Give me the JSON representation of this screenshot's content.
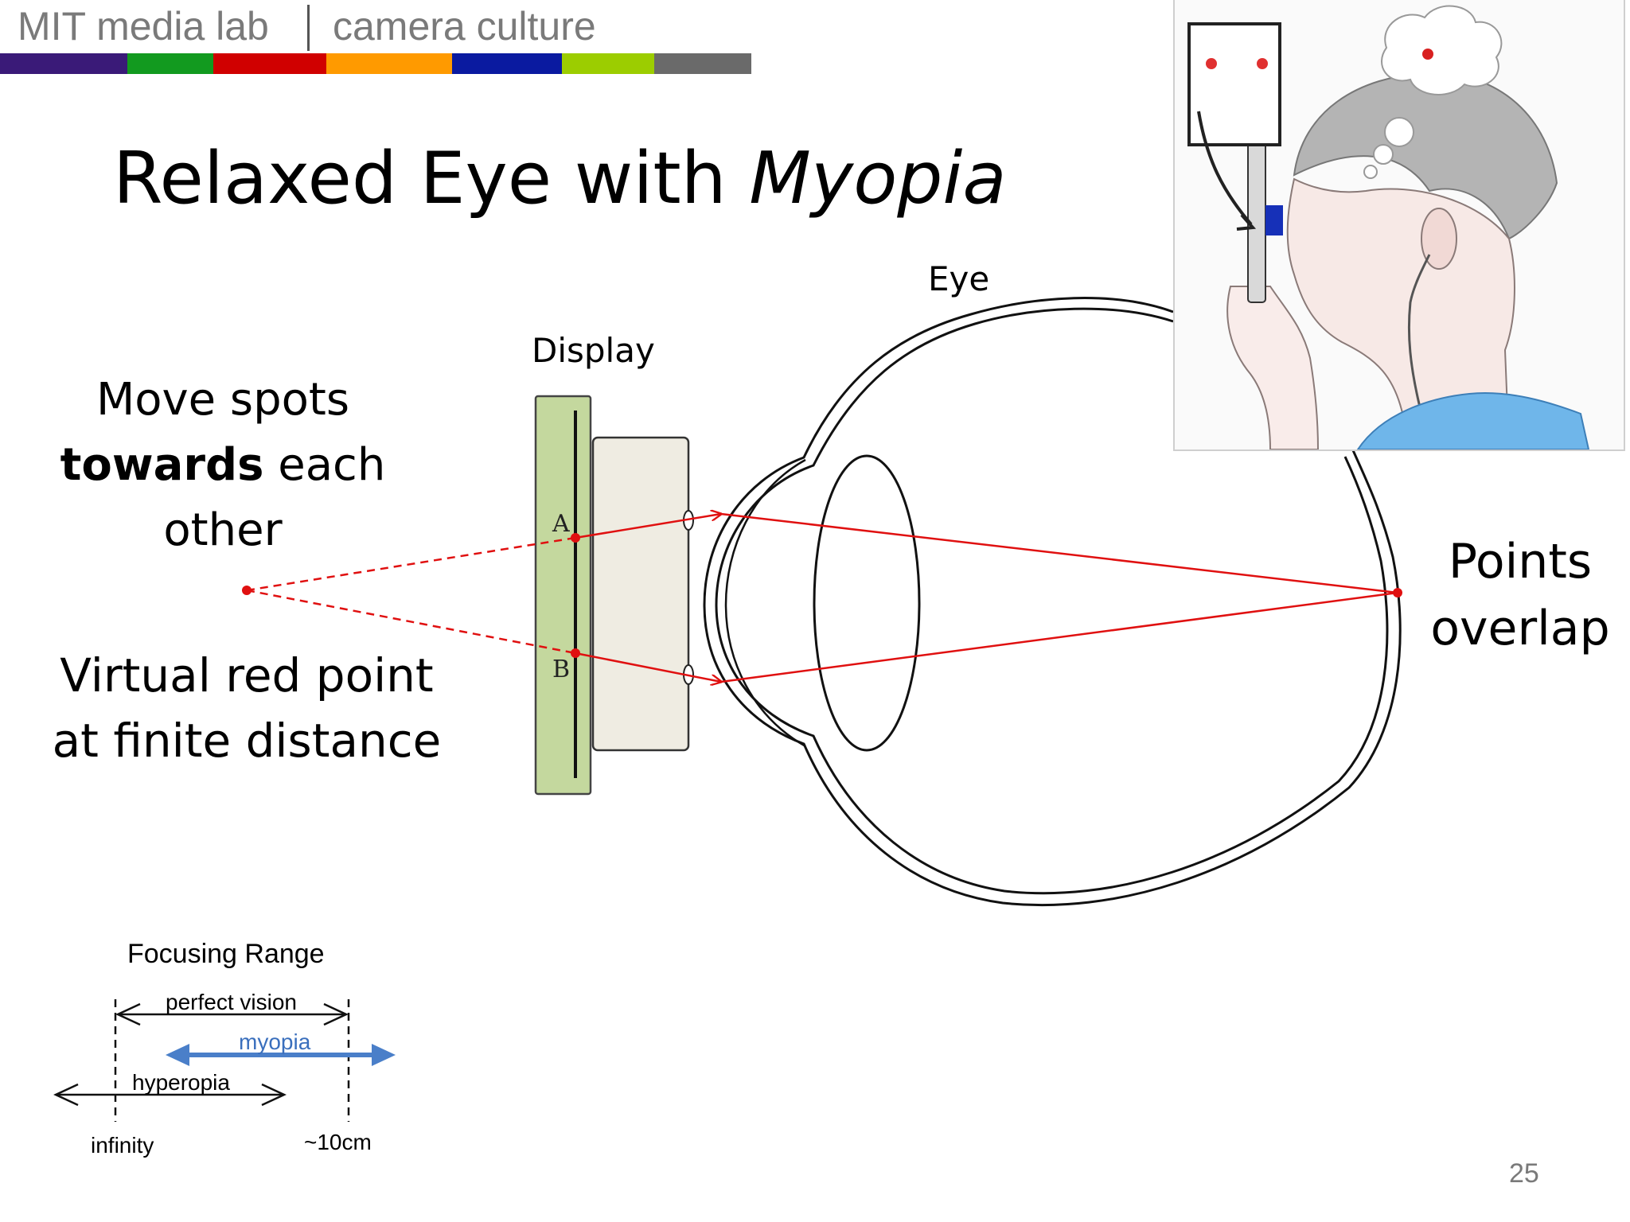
{
  "header": {
    "lab": "MIT media lab",
    "group": "camera culture",
    "bar_colors": [
      "#3a1a78",
      "#129a1f",
      "#d00000",
      "#ff9a00",
      "#0a1aa0",
      "#9ccd00",
      "#6a6a6a"
    ]
  },
  "title": {
    "plain": "Relaxed Eye with ",
    "italic": "Myopia"
  },
  "diagram": {
    "eye_label": "Eye",
    "display_label": "Display",
    "point_a": "A",
    "point_b": "B",
    "left_note": {
      "line1": "Move spots",
      "line2_bold": "towards",
      "line2_rest": " each",
      "line3": "other"
    },
    "virtual_note": {
      "line1": "Virtual red point",
      "line2": "at finite distance"
    },
    "right_note": {
      "line1": "Points",
      "line2": "overlap"
    },
    "colors": {
      "ray": "#e01010",
      "display_green": "#c4d89e",
      "lens_box": "#efece2"
    }
  },
  "focusing_range": {
    "title": "Focusing Range",
    "perfect_vision": "perfect vision",
    "myopia": "myopia",
    "hyperopia": "hyperopia",
    "infinity": "infinity",
    "near": "~10cm",
    "colors": {
      "myopia": "#3a6fbd"
    }
  },
  "photo": {
    "icons": [
      "thought-bubble-icon",
      "phone-viewer-icon",
      "person-illustration-icon"
    ]
  },
  "page_number": "25"
}
